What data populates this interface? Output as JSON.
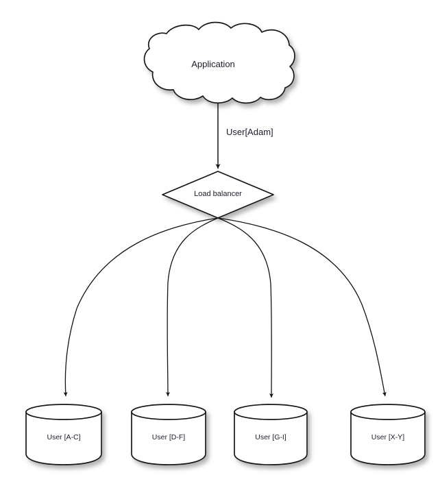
{
  "diagram": {
    "background_color": "#ffffff",
    "stroke_color": "#1a1a1a",
    "fill_color": "#ffffff",
    "text_color": "#1b1b2a",
    "shadow_color": "#b4b4b4",
    "nodes": [
      {
        "id": "application",
        "label": "Application",
        "shape": "cloud",
        "icon": "cloud-icon"
      },
      {
        "id": "load-balancer",
        "label": "Load balancer",
        "shape": "diamond",
        "icon": "diamond-decision-icon"
      },
      {
        "id": "db-0",
        "label": "User [A-C]",
        "shape": "cylinder",
        "icon": "database-cylinder-icon"
      },
      {
        "id": "db-1",
        "label": "User [D-F]",
        "shape": "cylinder",
        "icon": "database-cylinder-icon"
      },
      {
        "id": "db-2",
        "label": "User [G-I]",
        "shape": "cylinder",
        "icon": "database-cylinder-icon"
      },
      {
        "id": "db-3",
        "label": "User [X-Y]",
        "shape": "cylinder",
        "icon": "database-cylinder-icon"
      }
    ],
    "edges": [
      {
        "id": "edge-app-to-lb",
        "from": "application",
        "to": "load-balancer",
        "label": "User[Adam]",
        "style": "straight",
        "arrow": "filled-triangle"
      },
      {
        "id": "edge-lb-to-db-0",
        "from": "load-balancer",
        "to": "db-0",
        "label": "",
        "style": "curved",
        "arrow": "filled-triangle"
      },
      {
        "id": "edge-lb-to-db-1",
        "from": "load-balancer",
        "to": "db-1",
        "label": "",
        "style": "curved",
        "arrow": "filled-triangle"
      },
      {
        "id": "edge-lb-to-db-2",
        "from": "load-balancer",
        "to": "db-2",
        "label": "",
        "style": "curved",
        "arrow": "filled-triangle"
      },
      {
        "id": "edge-lb-to-db-3",
        "from": "load-balancer",
        "to": "db-3",
        "label": "",
        "style": "curved",
        "arrow": "filled-triangle"
      }
    ]
  }
}
